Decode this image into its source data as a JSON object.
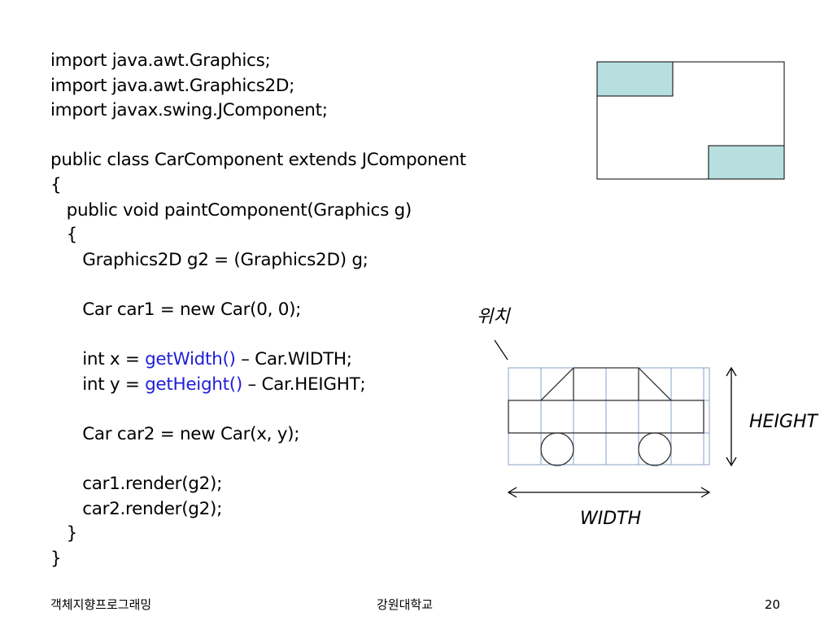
{
  "code_lines": [
    {
      "pre": "import java.awt.Graphics;"
    },
    {
      "pre": "import java.awt.Graphics2D;"
    },
    {
      "pre": "import javax.swing.JComponent;"
    },
    {
      "pre": ""
    },
    {
      "pre": "public class CarComponent extends JComponent"
    },
    {
      "pre": "{"
    },
    {
      "pre": "   public void paintComponent(Graphics g)"
    },
    {
      "pre": "   {"
    },
    {
      "pre": "      Graphics2D g2 = (Graphics2D) g;"
    },
    {
      "pre": ""
    },
    {
      "pre": "      Car car1 = new Car(0, 0);"
    },
    {
      "pre": ""
    },
    {
      "pre": "      int x = ",
      "hl": "getWidth()",
      "post": " – Car.WIDTH;"
    },
    {
      "pre": "      int y = ",
      "hl": "getHeight()",
      "post": " – Car.HEIGHT;"
    },
    {
      "pre": ""
    },
    {
      "pre": "      Car car2 = new Car(x, y);"
    },
    {
      "pre": ""
    },
    {
      "pre": "      car1.render(g2);"
    },
    {
      "pre": "      car2.render(g2);"
    },
    {
      "pre": "   }"
    },
    {
      "pre": "}"
    }
  ],
  "diagram": {
    "position_label": "위치",
    "height_label": "HEIGHT",
    "width_label": "WIDTH"
  },
  "colors": {
    "highlight": "#1f1fd6",
    "car_fill": "#b8dfe0",
    "grid_line": "#8aa0c8"
  },
  "footer": {
    "left": "객체지향프로그래밍",
    "center": "강원대학교",
    "page": "20"
  }
}
